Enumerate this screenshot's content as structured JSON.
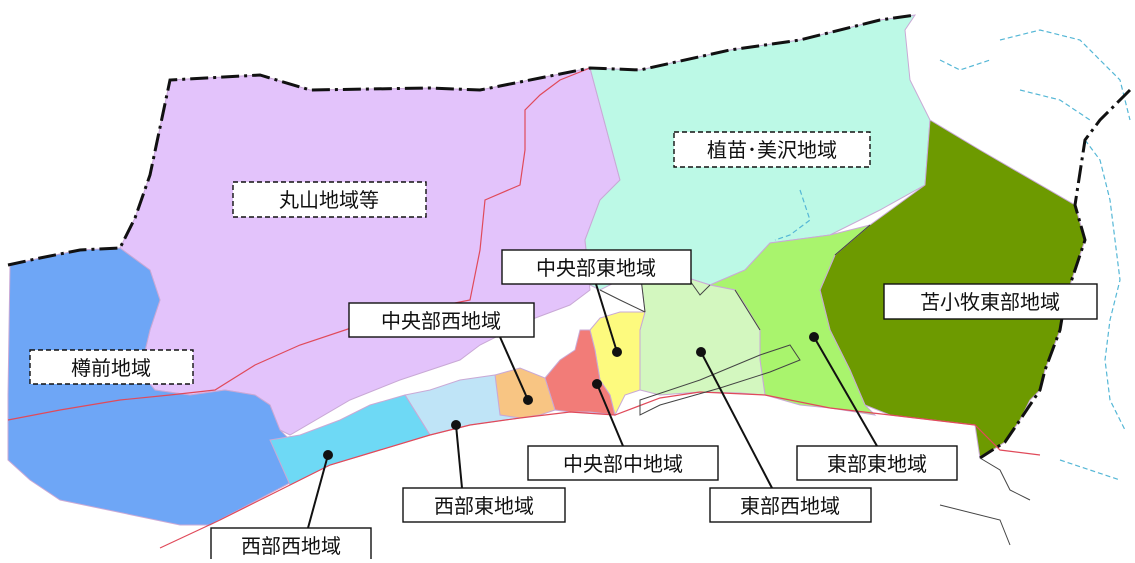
{
  "colors": {
    "maruyama": "#e3c3fb",
    "uenae_misawa": "#bcf9e6",
    "tarumae": "#6ea6f6",
    "tomakomai_east": "#6d9a00",
    "central_west": "#f8c583",
    "central_middle": "#f27c78",
    "central_east": "#fdfa7e",
    "east_west": "#d3f7bf",
    "east_east": "#a9f46d",
    "west_east": "#bfe4f7",
    "west_west": "#6ed9f5",
    "boundary": "#111111",
    "coastline": "#e04a5a",
    "water": "#55b7d6"
  },
  "labels": {
    "maruyama": "丸山地域等",
    "uenae_misawa": "植苗･美沢地域",
    "tarumae": "樽前地域",
    "central_east": "中央部東地域",
    "central_west": "中央部西地域",
    "tomakomai_east": "苫小牧東部地域",
    "central_middle": "中央部中地域",
    "east_east": "東部東地域",
    "west_east": "西部東地域",
    "east_west": "東部西地域",
    "west_west": "西部西地域"
  }
}
